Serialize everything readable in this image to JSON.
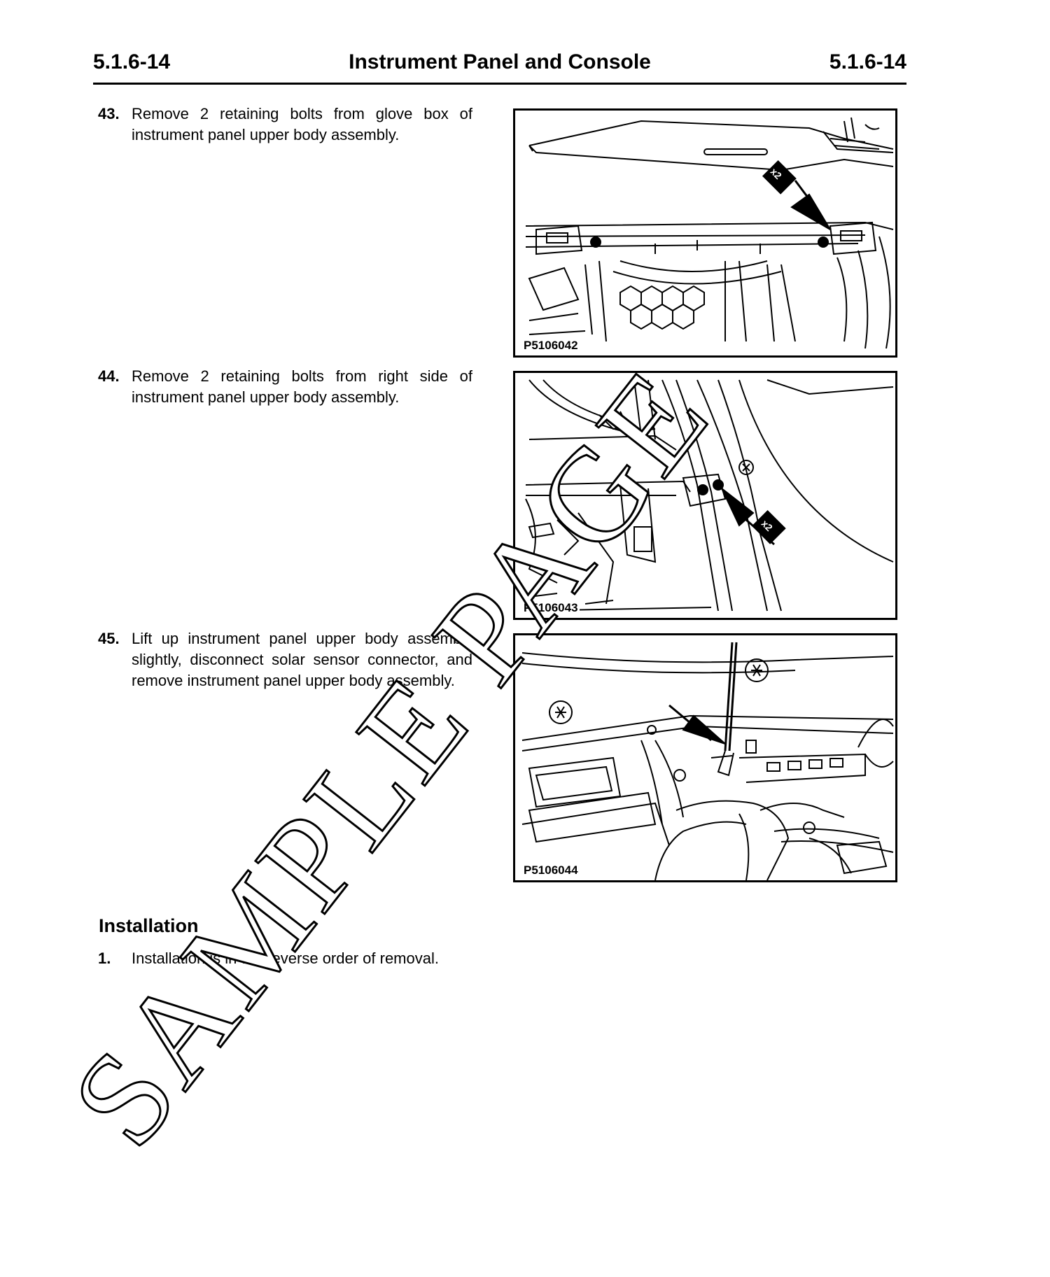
{
  "header": {
    "left_code": "5.1.6-14",
    "title": "Instrument Panel and Console",
    "right_code": "5.1.6-14"
  },
  "steps": [
    {
      "number": "43.",
      "text": "Remove 2 retaining bolts from glove box of instrument panel upper body assembly."
    },
    {
      "number": "44.",
      "text": "Remove 2 retaining bolts from right side of instrument panel upper body assembly."
    },
    {
      "number": "45.",
      "text": "Lift up instrument panel upper body assembly slightly, disconnect solar sensor connector, and remove instrument panel upper body assembly."
    }
  ],
  "installation": {
    "title": "Installation",
    "steps": [
      {
        "number": "1.",
        "text": "Installation is in the reverse order of removal."
      }
    ]
  },
  "figures": [
    {
      "label": "P5106042",
      "callout": "x2"
    },
    {
      "label": "P5106043",
      "callout": "x2"
    },
    {
      "label": "P5106044"
    }
  ],
  "watermark": "SAMPLE PAGE"
}
